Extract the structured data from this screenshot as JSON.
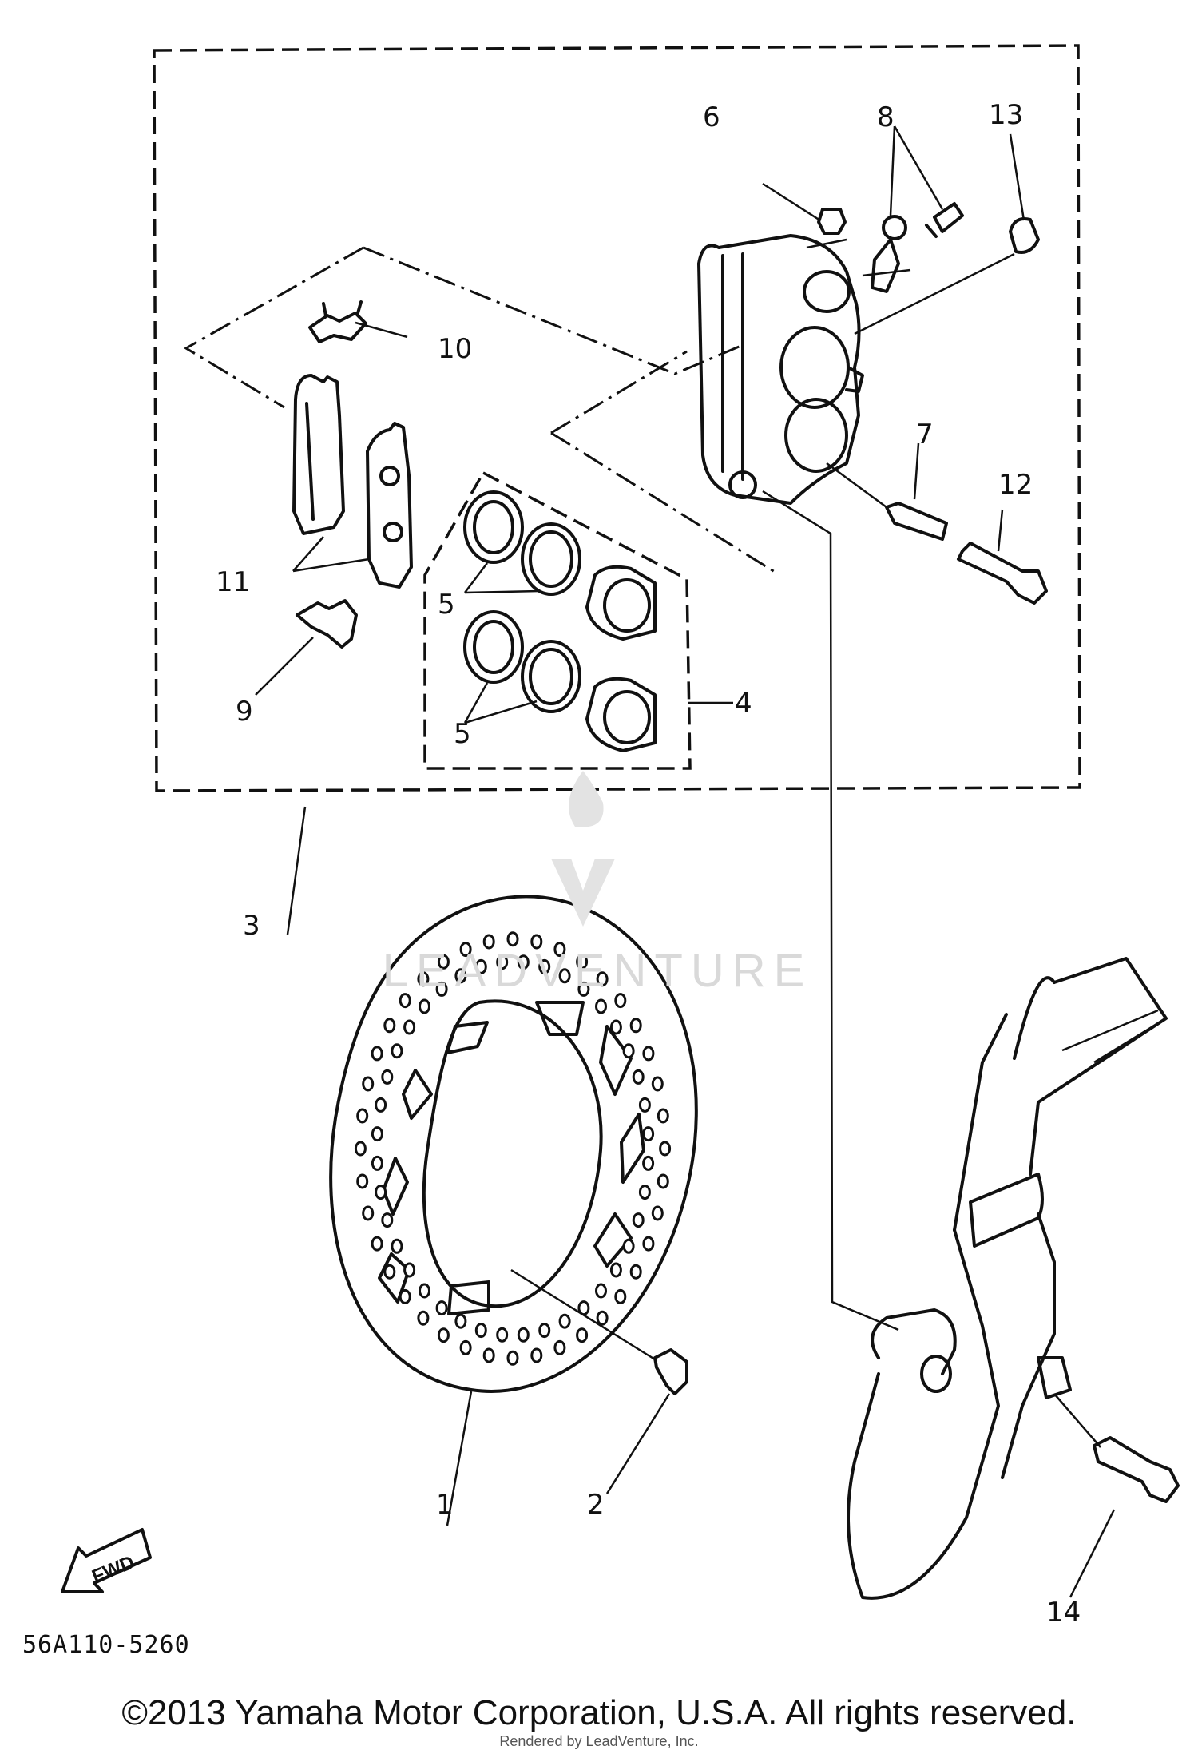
{
  "diagram_code": "56A110-5260",
  "copyright": "©2013 Yamaha Motor Corporation, U.S.A. All rights reserved.",
  "rendered_by": "Rendered by LeadVenture, Inc.",
  "watermark": "LEADVENTURE",
  "fwd_label": "FWD",
  "callouts": {
    "c1": "1",
    "c2": "2",
    "c3": "3",
    "c4": "4",
    "c5a": "5",
    "c5b": "5",
    "c6": "6",
    "c7": "7",
    "c8": "8",
    "c9": "9",
    "c10": "10",
    "c11": "11",
    "c12": "12",
    "c13": "13",
    "c14": "14"
  }
}
